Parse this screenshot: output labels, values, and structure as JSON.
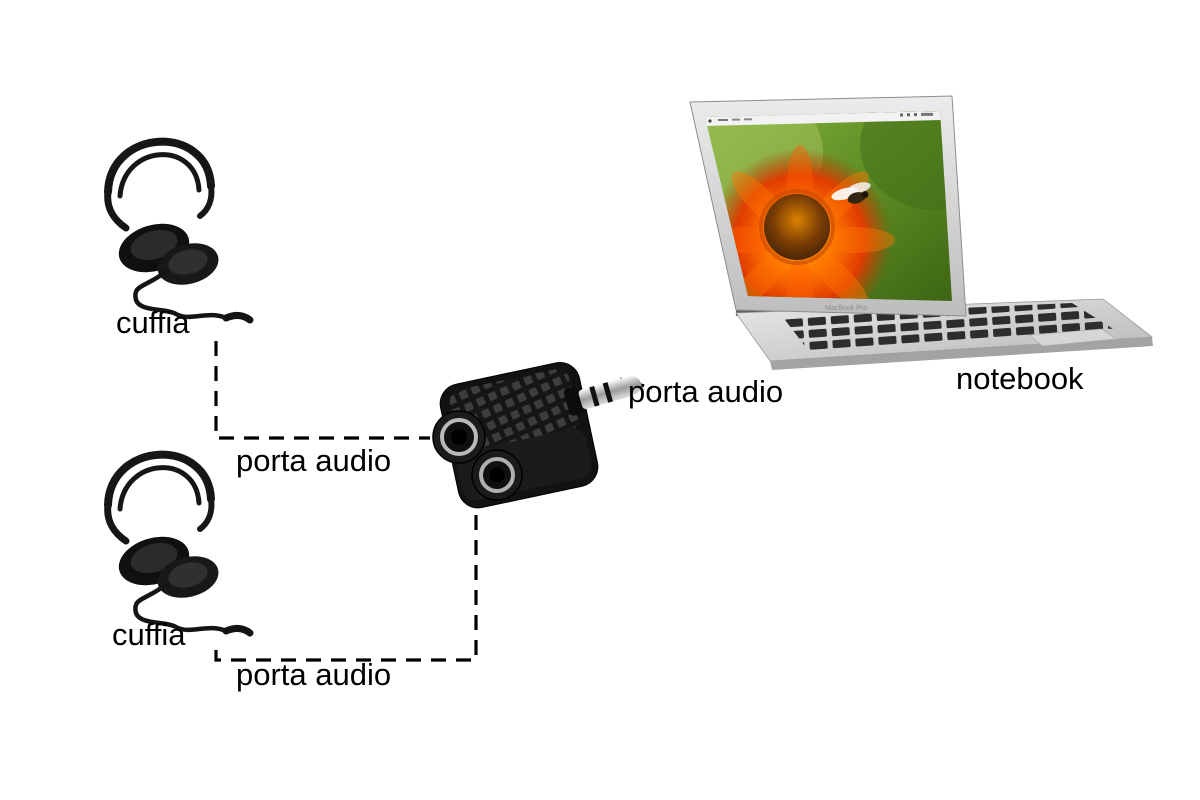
{
  "background": "#ffffff",
  "colors": {
    "line": "#000000",
    "text": "#000000",
    "device_black": "#141414",
    "laptop_silver": "#c9c9c9",
    "flower_orange": "#e84c00",
    "photo_green": "#5c8a22"
  },
  "diagram": {
    "type": "connection-diagram",
    "description": "Two headphones connected through a 3.5mm audio splitter adapter to a notebook audio port",
    "nodes": {
      "headphone_top": {
        "label": "cuffia"
      },
      "headphone_bottom": {
        "label": "cuffia"
      },
      "jack_top": {
        "label": "porta audio"
      },
      "jack_bottom": {
        "label": "porta audio"
      },
      "plug": {
        "label": "porta audio"
      },
      "notebook": {
        "label": "notebook",
        "brand": "MacBook Pro"
      }
    },
    "connections": [
      {
        "from": "headphone-top",
        "to": "splitter-left-jack",
        "style": "dashed"
      },
      {
        "from": "headphone-bottom",
        "to": "splitter-bottom-jack",
        "style": "dashed"
      },
      {
        "from": "splitter-plug",
        "to": "porta-audio-label",
        "style": "dashed"
      }
    ]
  }
}
